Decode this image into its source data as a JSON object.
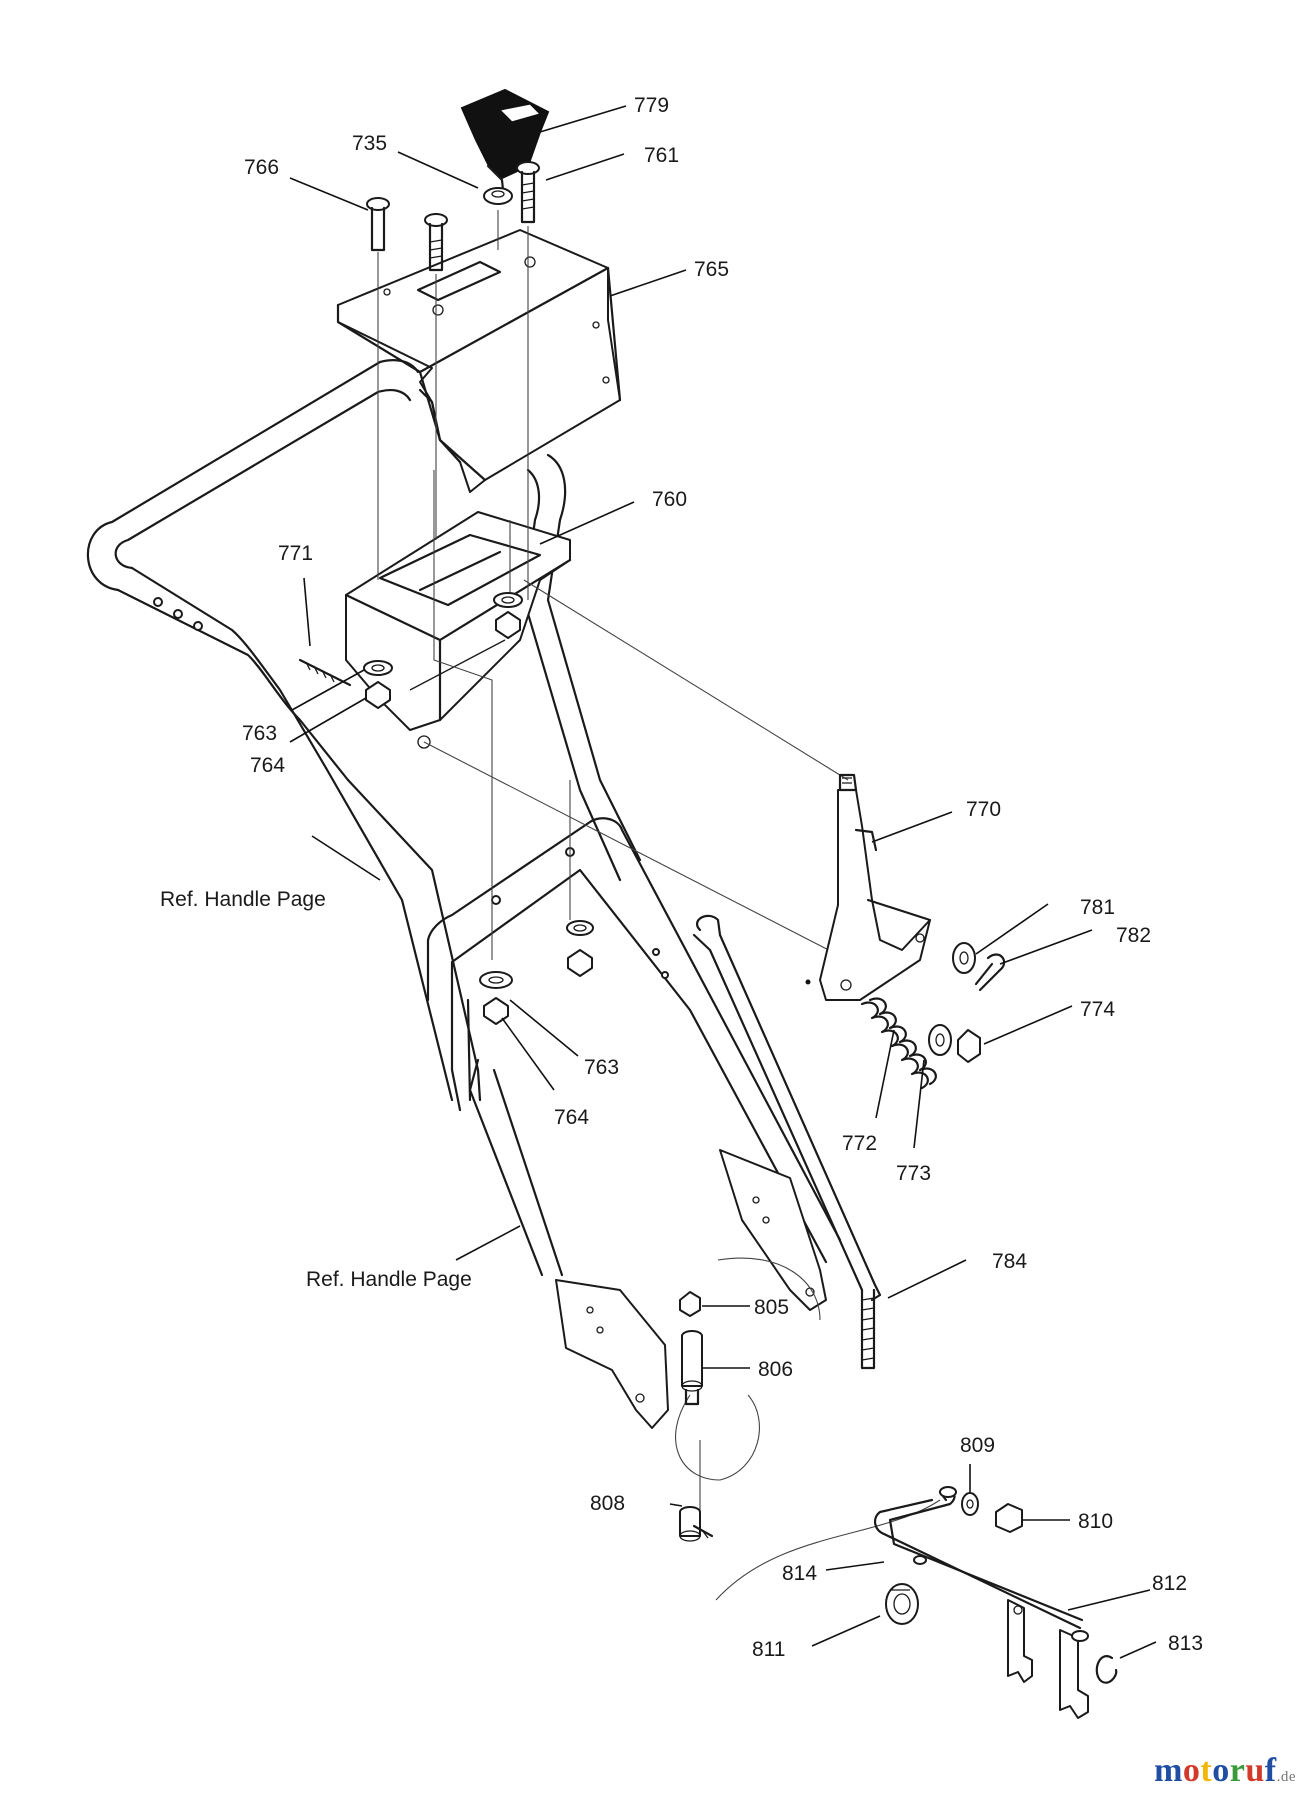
{
  "labels": {
    "p779": "779",
    "p735": "735",
    "p761": "761",
    "p766": "766",
    "p765": "765",
    "p760": "760",
    "p771": "771",
    "p763a": "763",
    "p764a": "764",
    "p770": "770",
    "p781": "781",
    "p782": "782",
    "p774": "774",
    "p772": "772",
    "p773": "773",
    "p763b": "763",
    "p764b": "764",
    "p784": "784",
    "p805": "805",
    "p806": "806",
    "p809": "809",
    "p810": "810",
    "p808": "808",
    "p814": "814",
    "p812": "812",
    "p811": "811",
    "p813": "813",
    "ref_handle_upper": "Ref. Handle Page",
    "ref_handle_lower": "Ref. Handle Page"
  },
  "watermark": {
    "letters": [
      "m",
      "o",
      "t",
      "o",
      "r",
      "u",
      "f"
    ],
    "colors": [
      "#1f4ea3",
      "#d23a2b",
      "#f2b705",
      "#1f4ea3",
      "#3a9a3a",
      "#d23a2b",
      "#1f4ea3"
    ],
    "suffix": ".de"
  }
}
